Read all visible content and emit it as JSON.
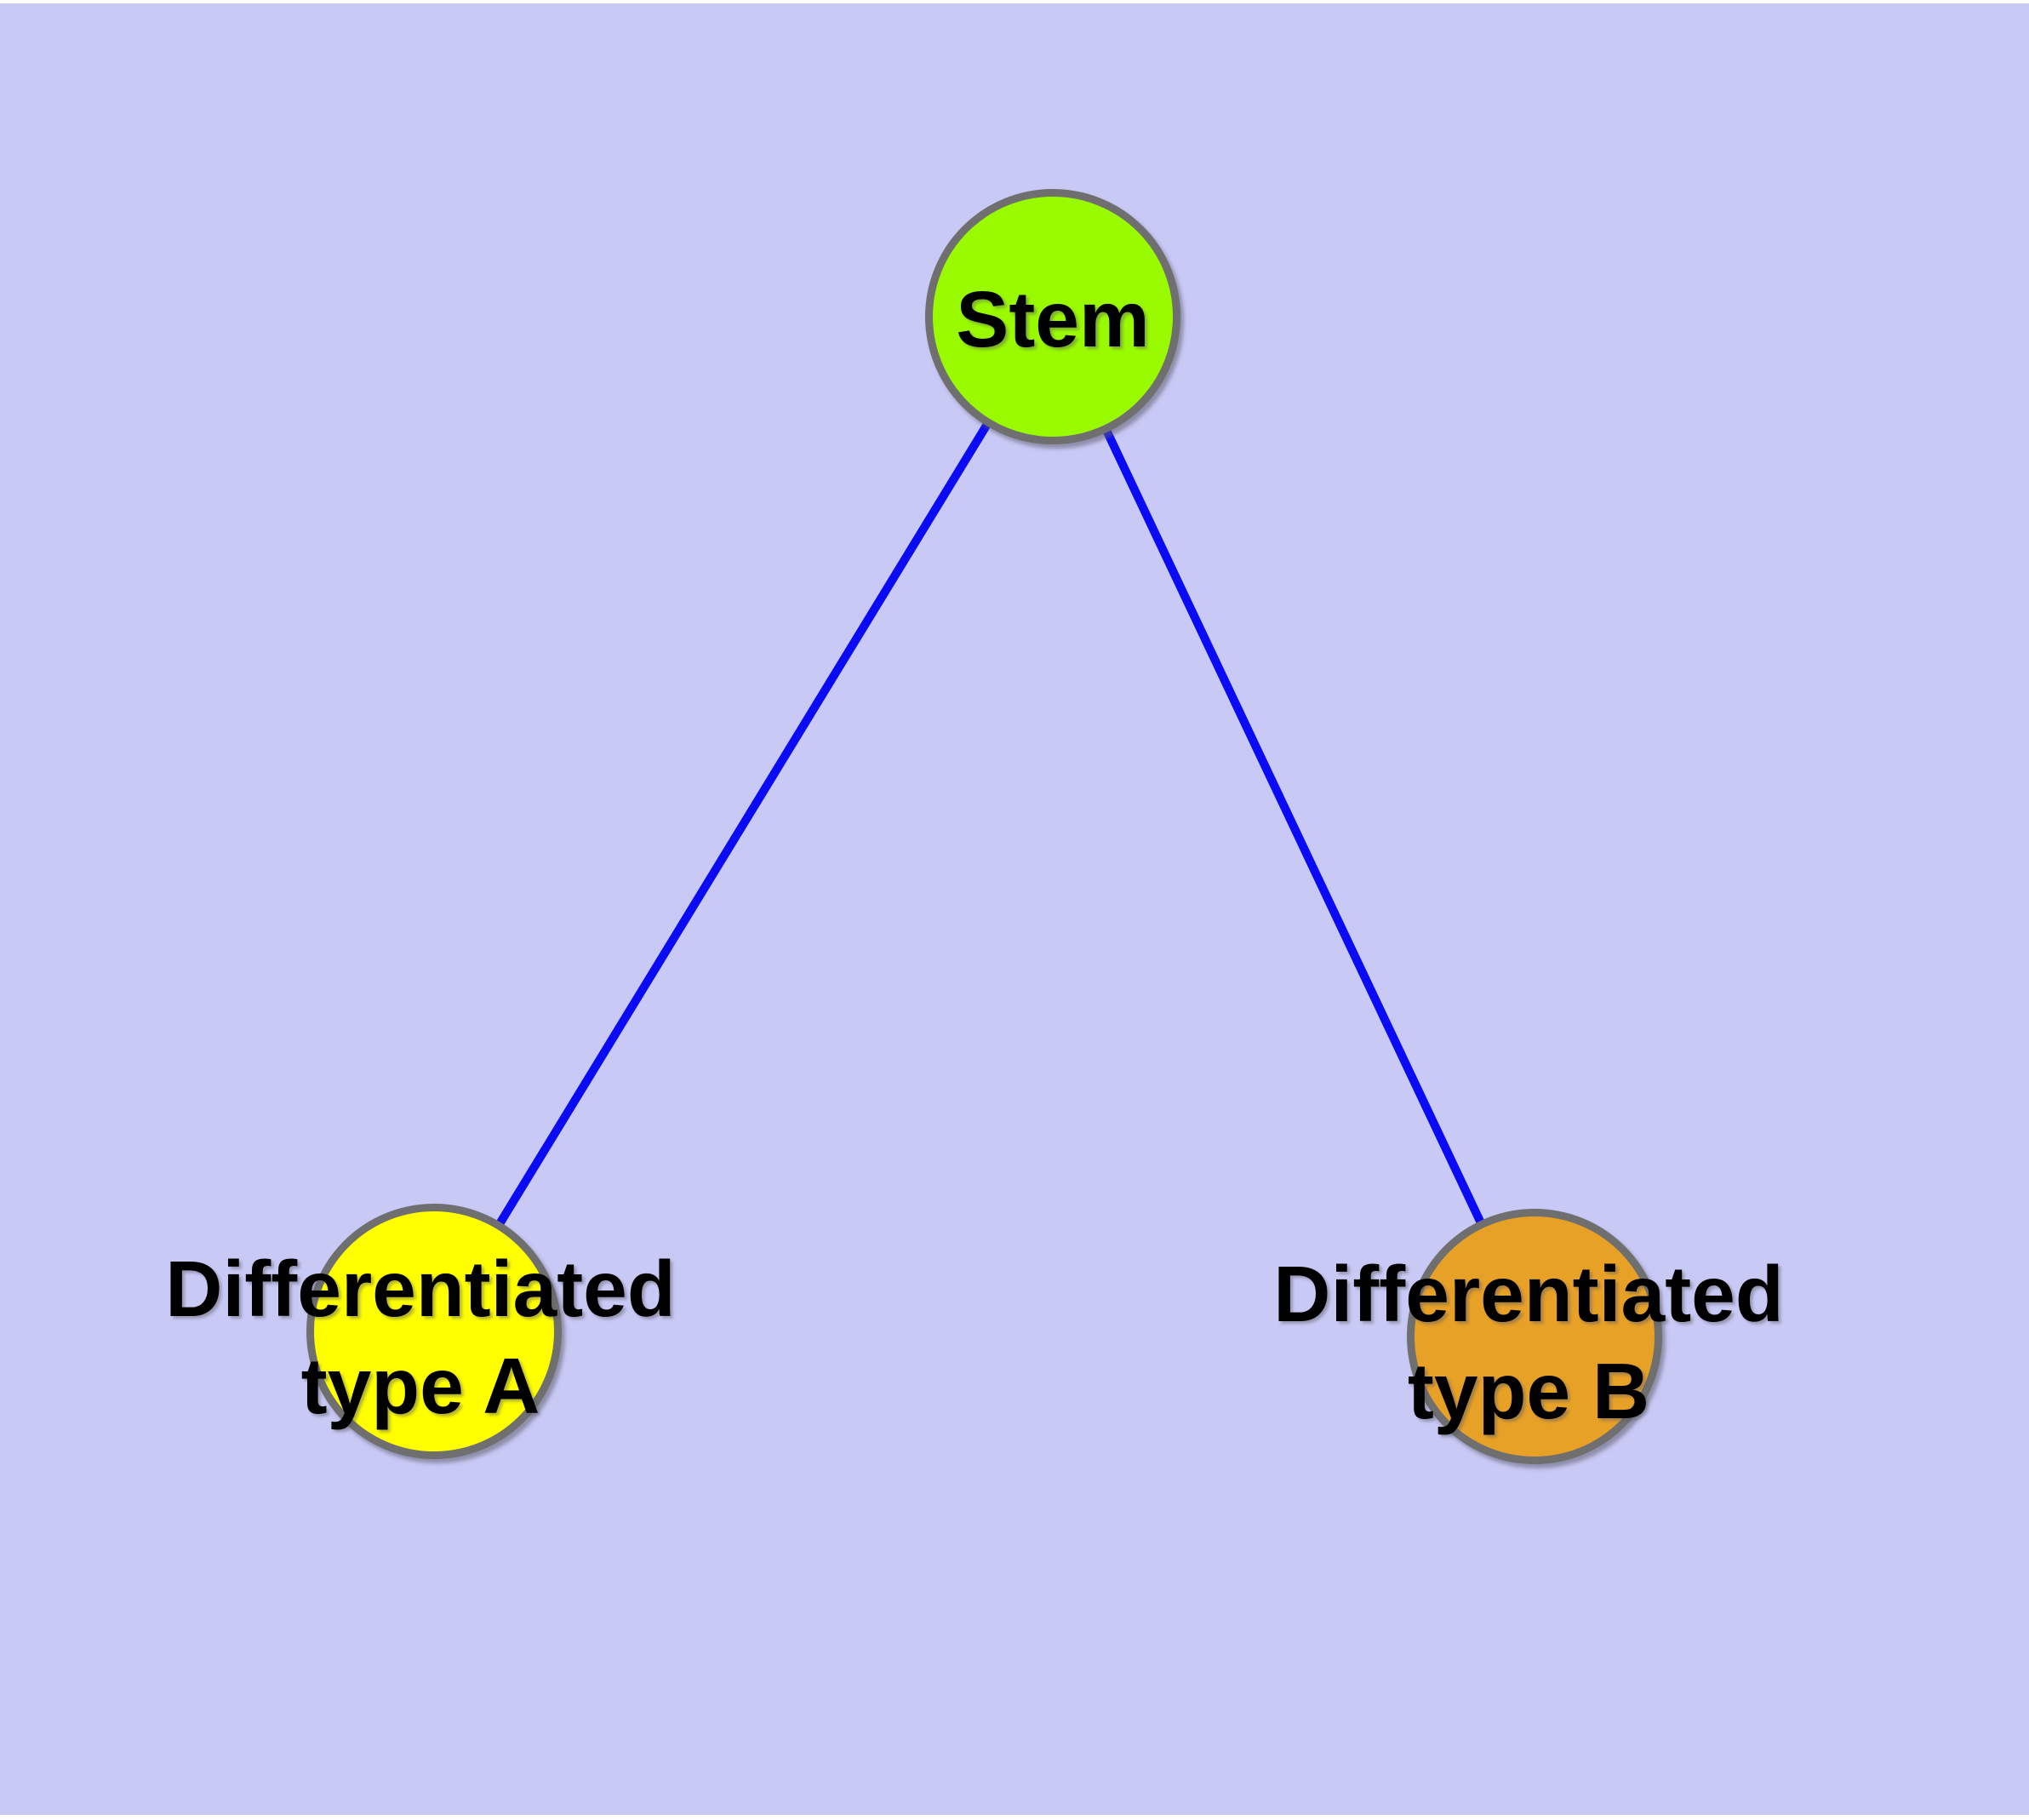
{
  "diagram": {
    "description": "Cell differentiation graph: a stem node connected to two differentiated cell-type nodes",
    "background_color": "#c9c9f6",
    "node_frame_color": "#6f6f6f",
    "edge_color": "#0a0af5",
    "label_color": "#000000",
    "nodes": [
      {
        "id": "stem",
        "label": "Stem",
        "fill": "#9afb00"
      },
      {
        "id": "differentiated-type-a",
        "label_line1": "Differentiated",
        "label_line2": "type A",
        "fill": "#ffff00"
      },
      {
        "id": "differentiated-type-b",
        "label_line1": "Differentiated",
        "label_line2": "type B",
        "fill": "#e8a127"
      }
    ],
    "edges": [
      {
        "from": "stem",
        "to": "differentiated-type-a"
      },
      {
        "from": "stem",
        "to": "differentiated-type-b"
      }
    ]
  }
}
